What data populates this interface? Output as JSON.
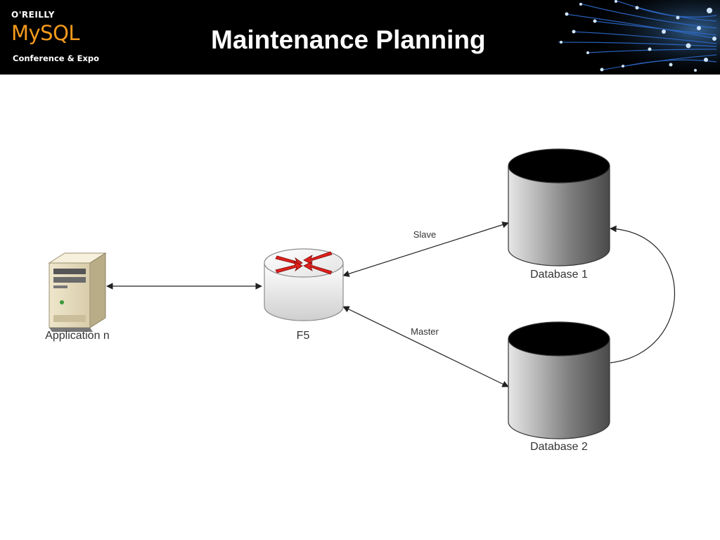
{
  "header": {
    "logo": {
      "publisher": "O'REILLY",
      "product": "MySQL",
      "event": "Conference & Expo"
    },
    "title": "Maintenance Planning",
    "background": "#000000",
    "accent": "#f59a1c"
  },
  "diagram": {
    "nodes": [
      {
        "id": "app",
        "label": "Application n",
        "icon": "server-tower-icon"
      },
      {
        "id": "f5",
        "label": "F5",
        "icon": "router-icon"
      },
      {
        "id": "db1",
        "label": "Database 1",
        "icon": "database-cylinder-icon"
      },
      {
        "id": "db2",
        "label": "Database 2",
        "icon": "database-cylinder-icon"
      }
    ],
    "edges": [
      {
        "from": "app",
        "to": "f5",
        "label": "",
        "direction": "both"
      },
      {
        "from": "f5",
        "to": "db1",
        "label": "Slave",
        "direction": "both"
      },
      {
        "from": "f5",
        "to": "db2",
        "label": "Master",
        "direction": "both"
      },
      {
        "from": "db2",
        "to": "db1",
        "label": "",
        "direction": "forward"
      }
    ]
  }
}
